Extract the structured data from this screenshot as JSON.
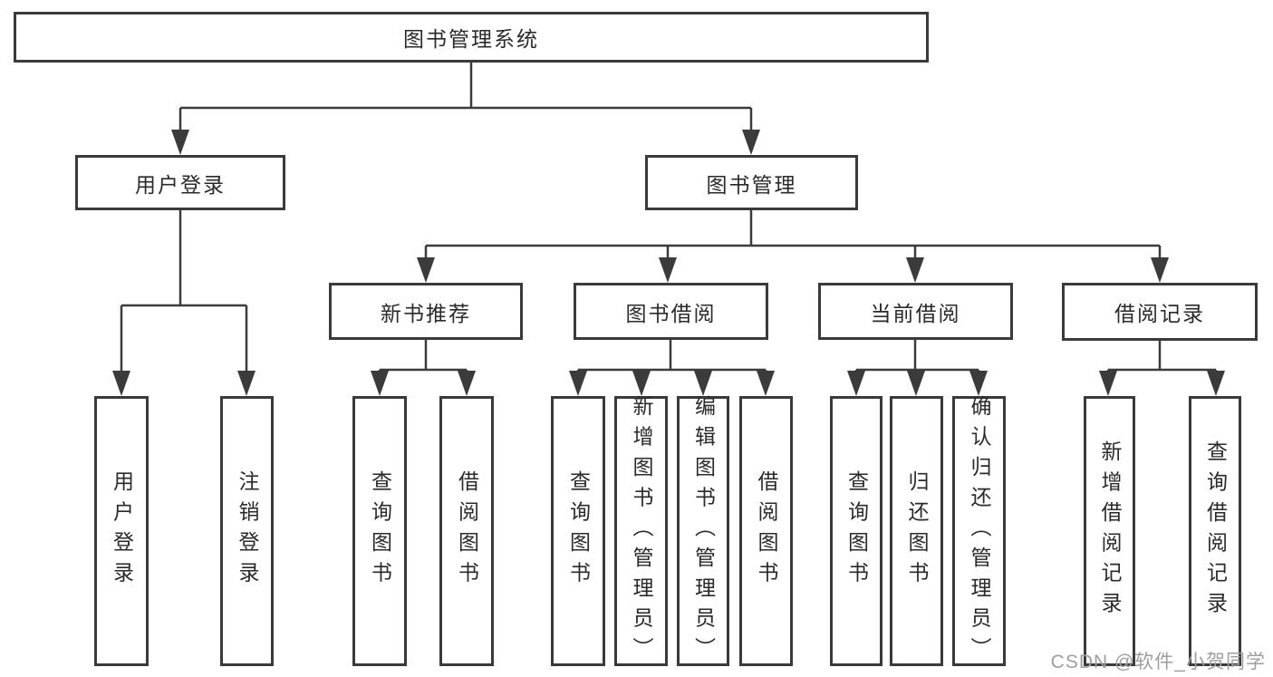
{
  "diagram_title": "图书管理系统",
  "nodes": {
    "root": {
      "label": "图书管理系统"
    },
    "user_login": {
      "label": "用户登录"
    },
    "book_mgmt": {
      "label": "图书管理"
    },
    "new_book": {
      "label": "新书推荐"
    },
    "book_borrow": {
      "label": "图书借阅"
    },
    "current_borrow": {
      "label": "当前借阅"
    },
    "borrow_records": {
      "label": "借阅记录"
    }
  },
  "leaves": [
    {
      "label": "用户登录",
      "parent": "用户登录"
    },
    {
      "label": "注销登录",
      "parent": "用户登录"
    },
    {
      "label": "查询图书",
      "parent": "新书推荐"
    },
    {
      "label": "借阅图书",
      "parent": "新书推荐"
    },
    {
      "label": "查询图书",
      "parent": "图书借阅"
    },
    {
      "label": "新增图书（管理员）",
      "parent": "图书借阅"
    },
    {
      "label": "编辑图书（管理员）",
      "parent": "图书借阅"
    },
    {
      "label": "借阅图书",
      "parent": "图书借阅"
    },
    {
      "label": "查询图书",
      "parent": "当前借阅"
    },
    {
      "label": "归还图书",
      "parent": "当前借阅"
    },
    {
      "label": "确认归还（管理员）",
      "parent": "当前借阅"
    },
    {
      "label": "新增借阅记录",
      "parent": "借阅记录"
    },
    {
      "label": "查询借阅记录",
      "parent": "借阅记录"
    }
  ],
  "watermark": "CSDN @软件_小贺同学",
  "colors": {
    "line": "#3b3b3b",
    "box_border": "#3a3a3a",
    "text": "#2a2a2a",
    "watermark": "#9e9e9e",
    "background": "#ffffff"
  }
}
